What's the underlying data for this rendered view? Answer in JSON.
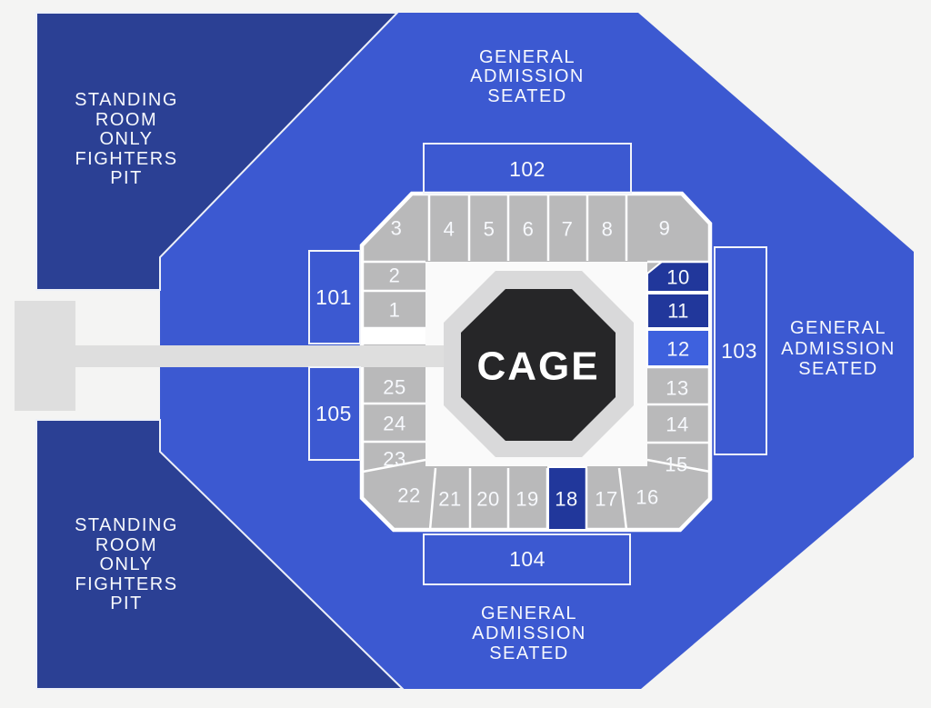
{
  "colors": {
    "background": "#f4f4f3",
    "general_admission_blue": "#3c59d1",
    "fighters_pit_navy": "#2b4094",
    "section_dark_navy": "#21379b",
    "section_bright_blue": "#3e61de",
    "section_gray": "#b9b9ba",
    "walkway_gray": "#dedede",
    "cage_pad_gray": "#d9d9da",
    "floor_white": "#fafafa",
    "cage_black": "#262628",
    "label_white": "#f7f9fd"
  },
  "pit_label_lines": [
    "STANDING",
    "ROOM",
    "ONLY",
    "FIGHTERS",
    "PIT"
  ],
  "ga_label_lines": [
    "GENERAL",
    "ADMISSION",
    "SEATED"
  ],
  "cage": {
    "label": "CAGE"
  },
  "zones": {
    "z101": {
      "label": "101"
    },
    "z102": {
      "label": "102"
    },
    "z103": {
      "label": "103"
    },
    "z104": {
      "label": "104"
    },
    "z105": {
      "label": "105"
    }
  },
  "sections": {
    "s1": {
      "label": "1",
      "variant": "gray"
    },
    "s2": {
      "label": "2",
      "variant": "gray"
    },
    "s3": {
      "label": "3",
      "variant": "gray"
    },
    "s4": {
      "label": "4",
      "variant": "gray"
    },
    "s5": {
      "label": "5",
      "variant": "gray"
    },
    "s6": {
      "label": "6",
      "variant": "gray"
    },
    "s7": {
      "label": "7",
      "variant": "gray"
    },
    "s8": {
      "label": "8",
      "variant": "gray"
    },
    "s9": {
      "label": "9",
      "variant": "gray"
    },
    "s10": {
      "label": "10",
      "variant": "dark"
    },
    "s11": {
      "label": "11",
      "variant": "dark"
    },
    "s12": {
      "label": "12",
      "variant": "blue"
    },
    "s13": {
      "label": "13",
      "variant": "gray"
    },
    "s14": {
      "label": "14",
      "variant": "gray"
    },
    "s15": {
      "label": "15",
      "variant": "gray"
    },
    "s16": {
      "label": "16",
      "variant": "gray"
    },
    "s17": {
      "label": "17",
      "variant": "gray"
    },
    "s18": {
      "label": "18",
      "variant": "dark"
    },
    "s19": {
      "label": "19",
      "variant": "gray"
    },
    "s20": {
      "label": "20",
      "variant": "gray"
    },
    "s21": {
      "label": "21",
      "variant": "gray"
    },
    "s22": {
      "label": "22",
      "variant": "gray"
    },
    "s23": {
      "label": "23",
      "variant": "gray"
    },
    "s24": {
      "label": "24",
      "variant": "gray"
    },
    "s25": {
      "label": "25",
      "variant": "gray"
    }
  }
}
